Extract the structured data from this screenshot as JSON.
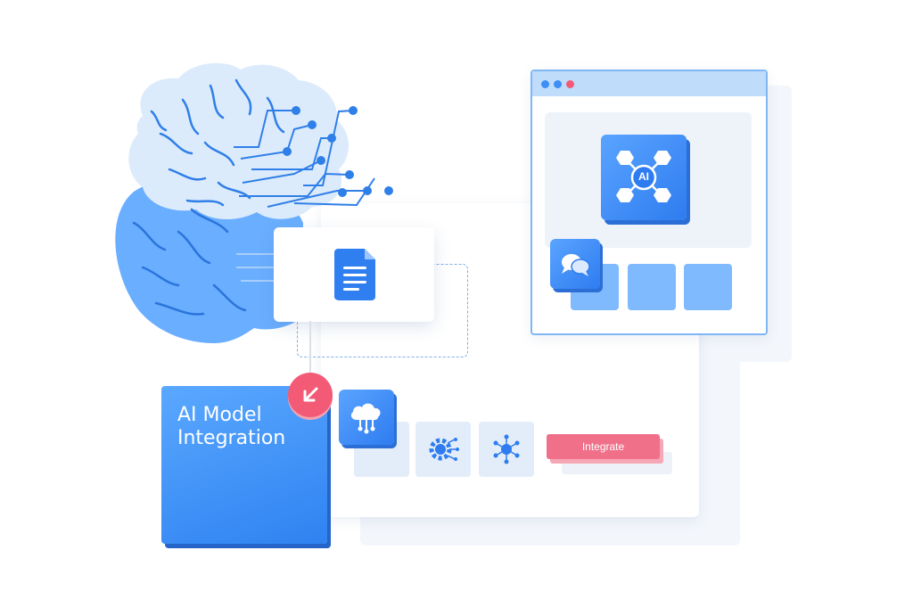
{
  "title_card": {
    "line1": "AI Model",
    "line2": "Integration"
  },
  "ai_tile": {
    "label": "AI",
    "icon": "ai-hexagon-network-icon"
  },
  "integrate_button": {
    "label": "Integrate"
  },
  "icons": {
    "document": "document-icon",
    "chat": "chat-bubbles-icon",
    "cloud": "cloud-network-icon",
    "gear": "gear-circuit-icon",
    "network": "network-hub-icon",
    "arrow": "arrow-down-left-icon"
  },
  "colors": {
    "accent": "#2e7cf0",
    "accent_light": "#7fbaff",
    "pink": "#f25a76",
    "browser_bar": "#bfdcfb",
    "dot_blue": "#3d8ef5",
    "dot_red": "#f25a76"
  }
}
